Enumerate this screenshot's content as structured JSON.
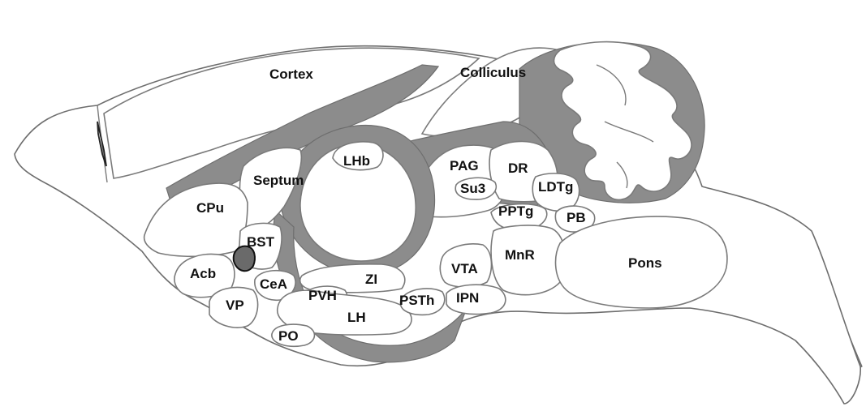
{
  "labels": {
    "cortex": "Cortex",
    "colliculus": "Colliculus",
    "lhb": "LHb",
    "septum": "Septum",
    "cpu": "CPu",
    "pag": "PAG",
    "dr": "DR",
    "su3": "Su3",
    "ldtg": "LDTg",
    "pptg": "PPTg",
    "pb": "PB",
    "bst": "BST",
    "acb": "Acb",
    "mnr": "MnR",
    "pons": "Pons",
    "vta": "VTA",
    "zi": "ZI",
    "cea": "CeA",
    "pvh": "PVH",
    "vp": "VP",
    "psth": "PSTh",
    "ipn": "IPN",
    "lh": "LH",
    "po": "PO"
  },
  "colors": {
    "tract_fill": "#8c8c8c",
    "region_fill": "#ffffff",
    "outline": "#6e6e6e",
    "highlight_region": "#6a6a6a"
  }
}
